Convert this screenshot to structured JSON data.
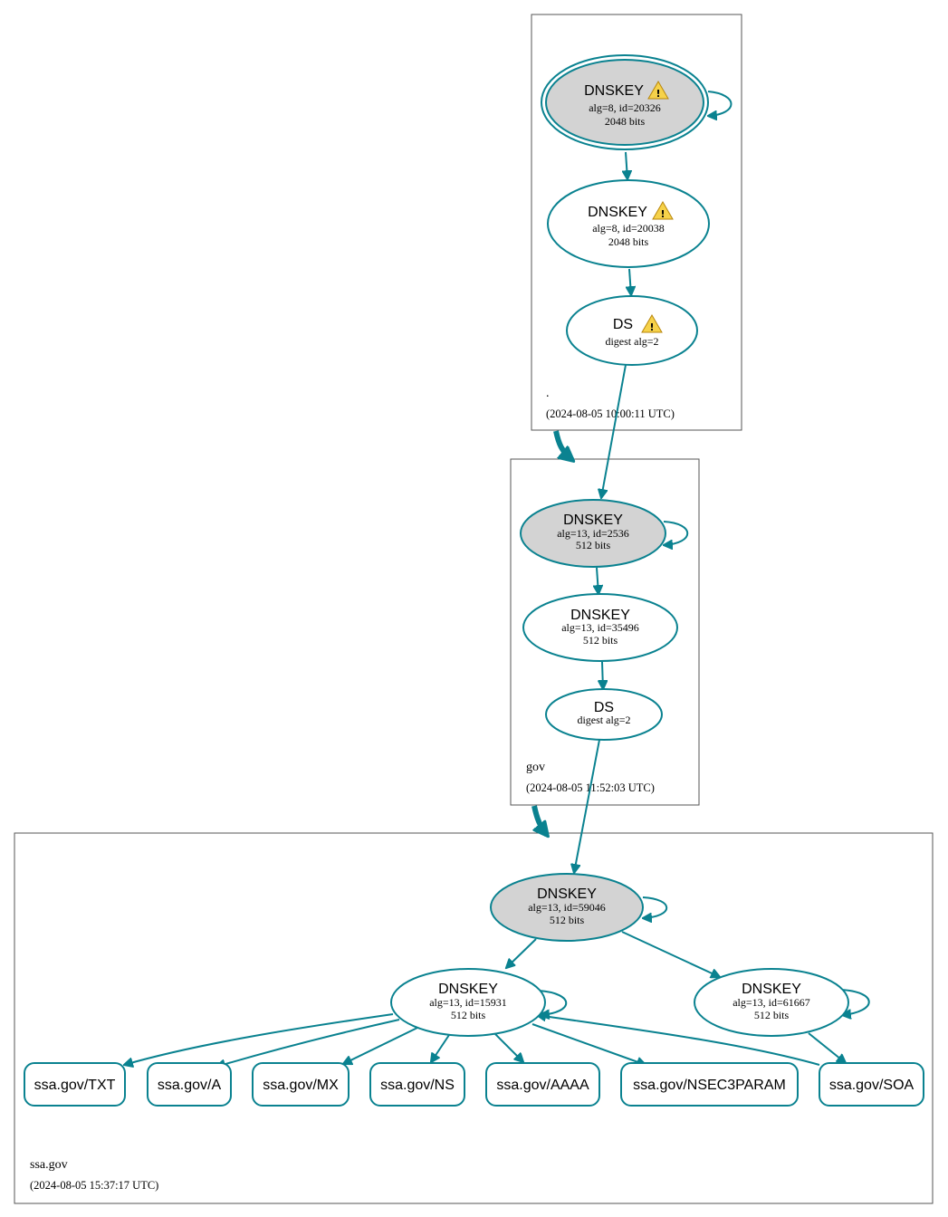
{
  "colors": {
    "edge": "#0a8290",
    "ksk_fill": "#d3d3d3",
    "zsk_fill": "#ffffff",
    "zone_border": "#555555"
  },
  "zones": {
    "root": {
      "name": ".",
      "timestamp": "(2024-08-05 10:00:11 UTC)"
    },
    "gov": {
      "name": "gov",
      "timestamp": "(2024-08-05 11:52:03 UTC)"
    },
    "ssa": {
      "name": "ssa.gov",
      "timestamp": "(2024-08-05 15:37:17 UTC)"
    }
  },
  "nodes": {
    "root_ksk": {
      "type": "DNSKEY",
      "line1": "alg=8, id=20326",
      "line2": "2048 bits",
      "warning_icon": "warning-icon"
    },
    "root_zsk": {
      "type": "DNSKEY",
      "line1": "alg=8, id=20038",
      "line2": "2048 bits",
      "warning_icon": "warning-icon"
    },
    "root_ds": {
      "type": "DS",
      "line1": "digest alg=2",
      "warning_icon": "warning-icon"
    },
    "gov_ksk": {
      "type": "DNSKEY",
      "line1": "alg=13, id=2536",
      "line2": "512 bits"
    },
    "gov_zsk": {
      "type": "DNSKEY",
      "line1": "alg=13, id=35496",
      "line2": "512 bits"
    },
    "gov_ds": {
      "type": "DS",
      "line1": "digest alg=2"
    },
    "ssa_ksk": {
      "type": "DNSKEY",
      "line1": "alg=13, id=59046",
      "line2": "512 bits"
    },
    "ssa_zsk1": {
      "type": "DNSKEY",
      "line1": "alg=13, id=15931",
      "line2": "512 bits"
    },
    "ssa_zsk2": {
      "type": "DNSKEY",
      "line1": "alg=13, id=61667",
      "line2": "512 bits"
    }
  },
  "rrsets": [
    "ssa.gov/TXT",
    "ssa.gov/A",
    "ssa.gov/MX",
    "ssa.gov/NS",
    "ssa.gov/AAAA",
    "ssa.gov/NSEC3PARAM",
    "ssa.gov/SOA"
  ]
}
